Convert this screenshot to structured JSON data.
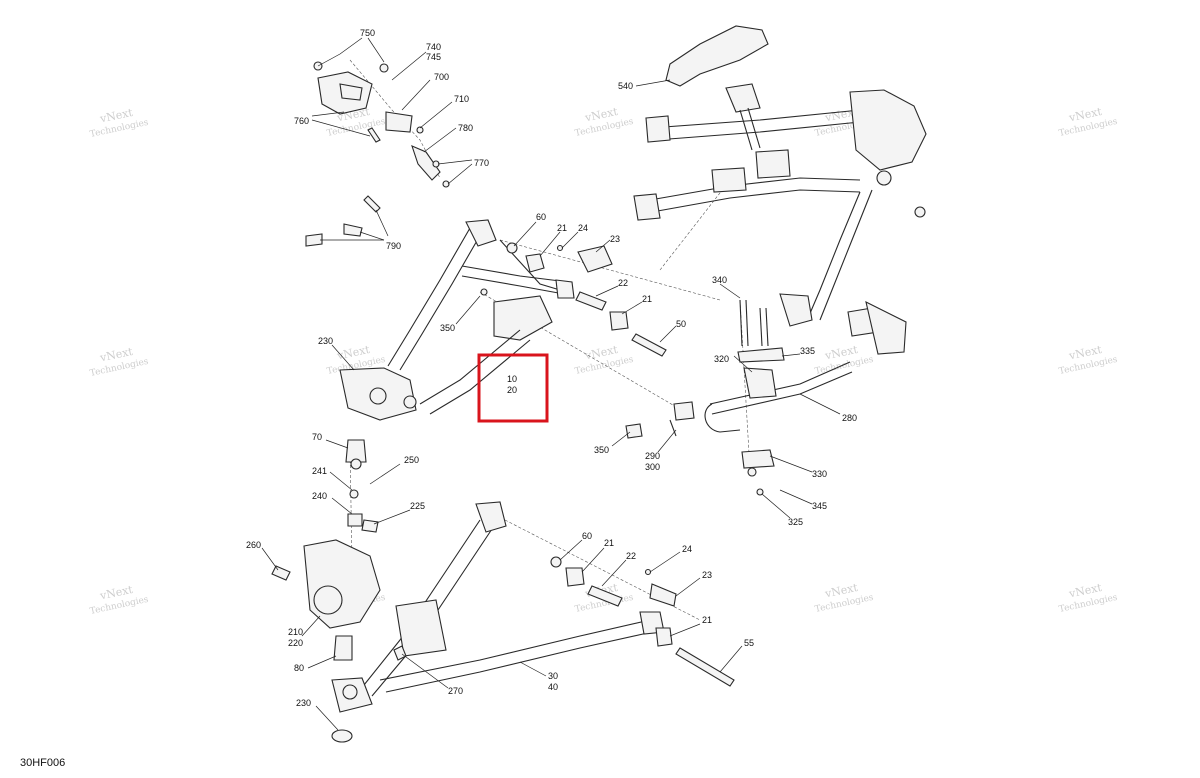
{
  "diagram": {
    "code": "30HF006",
    "watermark": {
      "line1": "vNext",
      "line2": "Technologies"
    },
    "highlight_color": "#d9141c",
    "callouts": [
      {
        "id": "c750",
        "text": "750"
      },
      {
        "id": "c740",
        "text": "740"
      },
      {
        "id": "c745",
        "text": "745"
      },
      {
        "id": "c700",
        "text": "700"
      },
      {
        "id": "c710",
        "text": "710"
      },
      {
        "id": "c760",
        "text": "760"
      },
      {
        "id": "c780",
        "text": "780"
      },
      {
        "id": "c770",
        "text": "770"
      },
      {
        "id": "c790",
        "text": "790"
      },
      {
        "id": "c540",
        "text": "540"
      },
      {
        "id": "c60a",
        "text": "60"
      },
      {
        "id": "c21a",
        "text": "21"
      },
      {
        "id": "c24a",
        "text": "24"
      },
      {
        "id": "c23a",
        "text": "23"
      },
      {
        "id": "c22a",
        "text": "22"
      },
      {
        "id": "c21b",
        "text": "21"
      },
      {
        "id": "c50",
        "text": "50"
      },
      {
        "id": "c350a",
        "text": "350"
      },
      {
        "id": "c230a",
        "text": "230"
      },
      {
        "id": "c10",
        "text": "10"
      },
      {
        "id": "c20",
        "text": "20"
      },
      {
        "id": "c340",
        "text": "340"
      },
      {
        "id": "c320",
        "text": "320"
      },
      {
        "id": "c335",
        "text": "335"
      },
      {
        "id": "c280",
        "text": "280"
      },
      {
        "id": "c350b",
        "text": "350"
      },
      {
        "id": "c290",
        "text": "290"
      },
      {
        "id": "c300",
        "text": "300"
      },
      {
        "id": "c330",
        "text": "330"
      },
      {
        "id": "c345",
        "text": "345"
      },
      {
        "id": "c325",
        "text": "325"
      },
      {
        "id": "c70",
        "text": "70"
      },
      {
        "id": "c241",
        "text": "241"
      },
      {
        "id": "c250",
        "text": "250"
      },
      {
        "id": "c240",
        "text": "240"
      },
      {
        "id": "c225",
        "text": "225"
      },
      {
        "id": "c260",
        "text": "260"
      },
      {
        "id": "c210",
        "text": "210"
      },
      {
        "id": "c220",
        "text": "220"
      },
      {
        "id": "c80",
        "text": "80"
      },
      {
        "id": "c230b",
        "text": "230"
      },
      {
        "id": "c270",
        "text": "270"
      },
      {
        "id": "c30",
        "text": "30"
      },
      {
        "id": "c40",
        "text": "40"
      },
      {
        "id": "c60b",
        "text": "60"
      },
      {
        "id": "c21c",
        "text": "21"
      },
      {
        "id": "c22b",
        "text": "22"
      },
      {
        "id": "c24b",
        "text": "24"
      },
      {
        "id": "c23b",
        "text": "23"
      },
      {
        "id": "c21d",
        "text": "21"
      },
      {
        "id": "c55",
        "text": "55"
      }
    ]
  }
}
